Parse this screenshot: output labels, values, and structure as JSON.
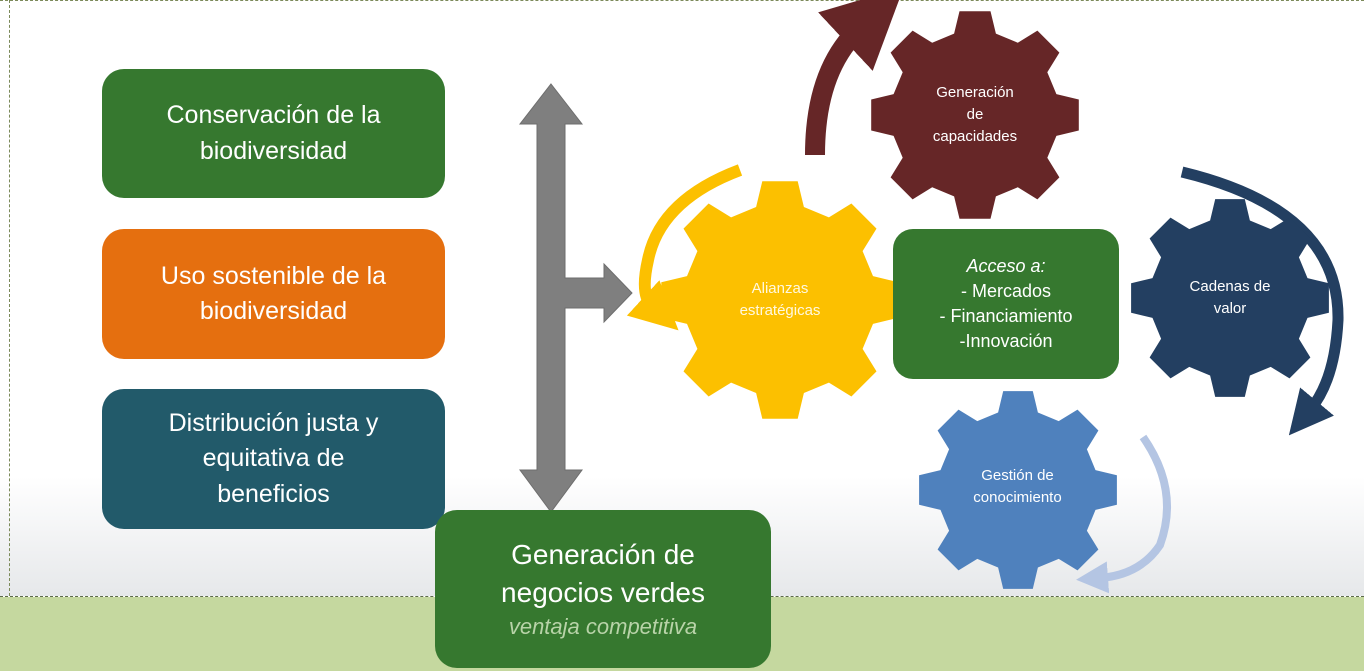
{
  "pillars": [
    {
      "lines": [
        "Conservación de la",
        "biodiversidad"
      ],
      "color": "#36782f"
    },
    {
      "lines": [
        "Uso sostenible de la",
        "biodiversidad"
      ],
      "color": "#e56f0f"
    },
    {
      "lines": [
        "Distribución justa y",
        "equitativa de",
        "beneficios"
      ],
      "color": "#225a6a"
    }
  ],
  "result": {
    "title_lines": [
      "Generación de",
      "negocios verdes"
    ],
    "subtitle": "ventaja competitiva",
    "color": "#36782f"
  },
  "gears": {
    "alianzas": {
      "lines": [
        "Alianzas",
        "estratégicas"
      ],
      "color": "#fcc000"
    },
    "capacidades": {
      "lines": [
        "Generación",
        "de",
        "capacidades"
      ],
      "color": "#662627"
    },
    "cadenas": {
      "lines": [
        "Cadenas de",
        "valor"
      ],
      "color": "#233f61"
    },
    "conocimiento": {
      "lines": [
        "Gestión de",
        "conocimiento"
      ],
      "color": "#4f81bd"
    }
  },
  "access": {
    "heading": "Acceso a:",
    "items": [
      "- Mercados",
      "- Financiamiento",
      "-Innovación"
    ],
    "color": "#36782f"
  },
  "colors": {
    "arrow_gray": "#7f7f7f",
    "arrow_light_blue": "#b4c5e3",
    "background": "#c5d89f"
  }
}
